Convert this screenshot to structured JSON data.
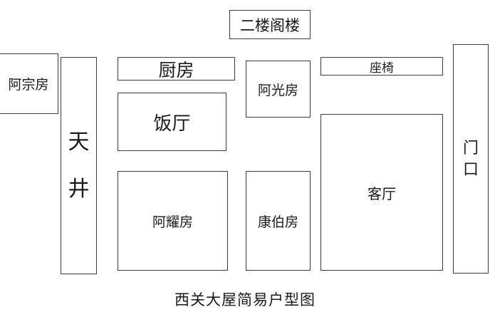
{
  "title": "西关大屋简易户型图",
  "rooms": {
    "attic": "二楼阁楼",
    "azong": "阿宗房",
    "tianjing": "天井",
    "kitchen": "厨房",
    "dining": "饭厅",
    "aguang": "阿光房",
    "seats": "座椅",
    "menkou": "门口",
    "ayao": "阿耀房",
    "kangbo": "康伯房",
    "keting": "客厅"
  }
}
